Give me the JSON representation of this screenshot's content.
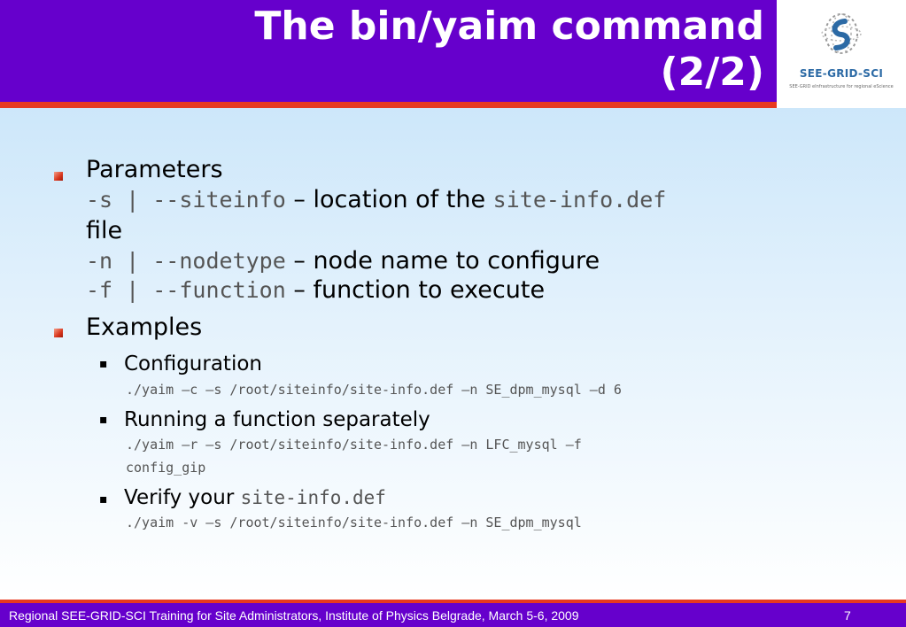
{
  "slide": {
    "title_line1": "The bin/yaim command",
    "title_line2": "(2/2)"
  },
  "logo": {
    "name": "SEE-GRID-SCI",
    "tagline": "SEE-GRID eInfrastructure for regional eScience"
  },
  "parameters": {
    "heading": "Parameters",
    "siteinfo_flag": "-s | --siteinfo",
    "siteinfo_desc": " – location of the ",
    "siteinfo_file": "site-info.def",
    "siteinfo_tail": "file",
    "nodetype_flag": "-n | --nodetype",
    "nodetype_desc": " – node name to configure",
    "function_flag": "-f | --function",
    "function_desc": " – function to execute"
  },
  "examples": {
    "heading": "Examples",
    "items": [
      {
        "label": "Configuration",
        "code": "./yaim –c –s /root/siteinfo/site-info.def –n SE_dpm_mysql –d 6"
      },
      {
        "label": "Running a function separately",
        "code": "./yaim –r –s /root/siteinfo/site-info.def –n LFC_mysql –f",
        "code2": "config_gip"
      },
      {
        "label": "Verify your ",
        "label_mono": "site-info.def",
        "code": "./yaim -v –s /root/siteinfo/site-info.def –n SE_dpm_mysql"
      }
    ]
  },
  "footer": {
    "text": "Regional SEE-GRID-SCI Training for Site Administrators, Institute of Physics Belgrade, March 5-6, 2009",
    "page": "7"
  },
  "colors": {
    "header_purple": "#6600cc",
    "accent_red": "#e8391f",
    "content_top": "#cde7fa",
    "logo_blue": "#2c6aa5"
  }
}
